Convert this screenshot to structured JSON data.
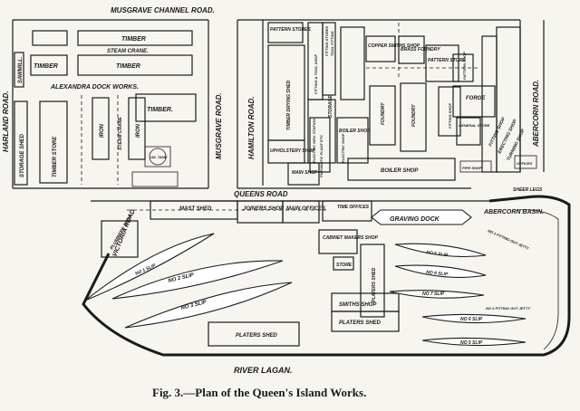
{
  "caption": "Fig. 3.—Plan of the Queen's Island Works.",
  "roads": {
    "musgrave_channel": "MUSGRAVE CHANNEL ROAD.",
    "harland": "HARLAND ROAD.",
    "musgrave": "MUSGRAVE ROAD.",
    "hamilton": "HAMILTON ROAD.",
    "queens": "QUEENS ROAD",
    "abercorn": "ABERCORN ROAD.",
    "victoria": "VICTORIA ROAD",
    "river": "RIVER LAGAN."
  },
  "labels": {
    "sawmill": "SAWMILL.",
    "storage_shed": "STORAGE SHED",
    "timber_store": "TIMBER STORE",
    "timber_1": "TIMBER",
    "timber_2": "TIMBER",
    "timber_3": "TIMBER",
    "timber_4": "TIMBER.",
    "steam_crane_1": "STEAM CRANE.",
    "steam_crane_2": "STEAM CRANE",
    "alexandra": "ALEXANDRA DOCK WORKS.",
    "iron_1": "IRON",
    "iron_2": "IRON",
    "oil_tank": "OIL TANK",
    "pattern_stores": "PATTERN STORES",
    "timber_drying": "TIMBER DRYING SHED",
    "upholstery": "UPHOLSTERY SHOP",
    "main_shop": "MAIN SHOP",
    "fitting_stores": "FITTING STORES",
    "tool_fitting": "TOOL FITTING",
    "fitting_shop_col": "FITTING & TOOL SHOP",
    "storage_col": "STORAGE",
    "electric_gen": "ELECTRIC GEN. STATION",
    "pneumatic": "PNEUMATIC PLANT ETC",
    "electric_shop": "ELECTRIC SHOP",
    "boiler_shop_small": "BOILER SHOP",
    "coppersmiths": "COPPER SMITHS SHOP",
    "brass_foundry": "BRASS FOUNDRY",
    "foundry_1": "FOUNDRY",
    "foundry_2": "FOUNDRY",
    "pattern_store": "PATTERN STORE",
    "pattern_shop": "PATTERN SHOP",
    "fitting_shop_small": "FITTING SHOP",
    "forge": "FORGE",
    "general_store": "GENERAL STORE",
    "fitting_shop": "FITTING SHOP",
    "erecting_shop": "ERECTING SHOP",
    "turning_shop": "TURNING SHOP",
    "boiler_shop": "BOILER SHOP",
    "pipe_shop": "PIPE SHOP",
    "offices_small": "OFFICES",
    "mast_shed": "MAST SHED",
    "joiners": "JOINERS SHOP",
    "main_offices": "MAIN OFFICES",
    "time_offices": "TIME OFFICES",
    "graving_dock": "GRAVING DOCK",
    "sheer_legs": "SHEER LEGS",
    "abercorn_basin": "ABERCORN BASIN.",
    "fitting_out_jetty_1": "NO 1 FITTING OUT JETTY",
    "fitting_out_jetty_2": "NO 2 FITTING OUT JETTY",
    "plumbers": "PLUMBERS SHOP",
    "cabinet": "CABINET MAKERS SHOP",
    "store": "STORE",
    "platers_shed_v": "PLATERS SHED",
    "smiths": "SMITHS SHOP",
    "platers_shed_1": "PLATERS SHED",
    "platers_shed_2": "PLATERS SHED",
    "slip1": "NO 1 SLIP",
    "slip2": "NO 2 SLIP",
    "slip3": "NO 3 SLIP",
    "slip5": "NO 5 SLIP",
    "slip6a": "NO 6 SLIP",
    "slip7": "NO 7 SLIP",
    "slip6b": "NO 6 SLIP",
    "slip5b": "NO 5 SLIP"
  }
}
